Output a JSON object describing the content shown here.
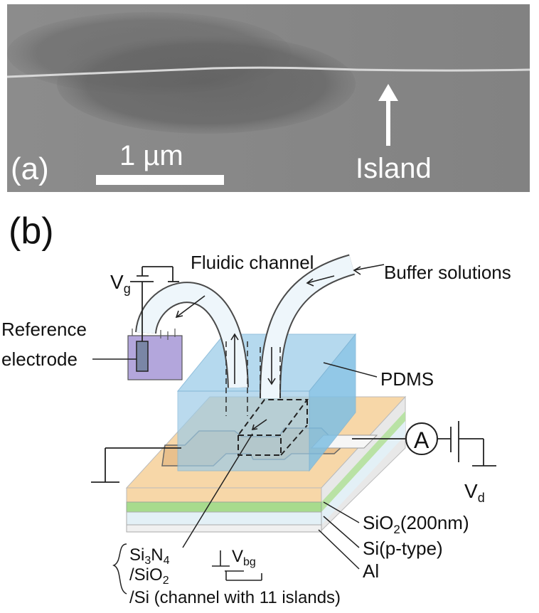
{
  "panel_a": {
    "label": "(a)",
    "scale_bar_label": "1 µm",
    "island_label": "Island"
  },
  "panel_b": {
    "label": "(b)",
    "fluidic_channel": "Fluidic channel",
    "buffer_solutions": "Buffer solutions",
    "vg_main": "V",
    "vg_sub": "g",
    "reference_line1": "Reference",
    "reference_line2": "electrode",
    "pdms": "PDMS",
    "ammeter": "A",
    "vd_main": "V",
    "vd_sub": "d",
    "sio2_main": "SiO",
    "sio2_sub": "2",
    "sio2_rest": "(200nm)",
    "si_label": "Si(p-type)",
    "al_label": "Al",
    "si3n4_main": "Si",
    "si3n4_sub1": "3",
    "si3n4_mid": "N",
    "si3n4_sub2": "4",
    "sio2_layer_main": "/SiO",
    "sio2_layer_sub": "2",
    "channel_label": "/Si (channel with 11 islands)",
    "vbg_main": "V",
    "vbg_sub": "bg"
  }
}
